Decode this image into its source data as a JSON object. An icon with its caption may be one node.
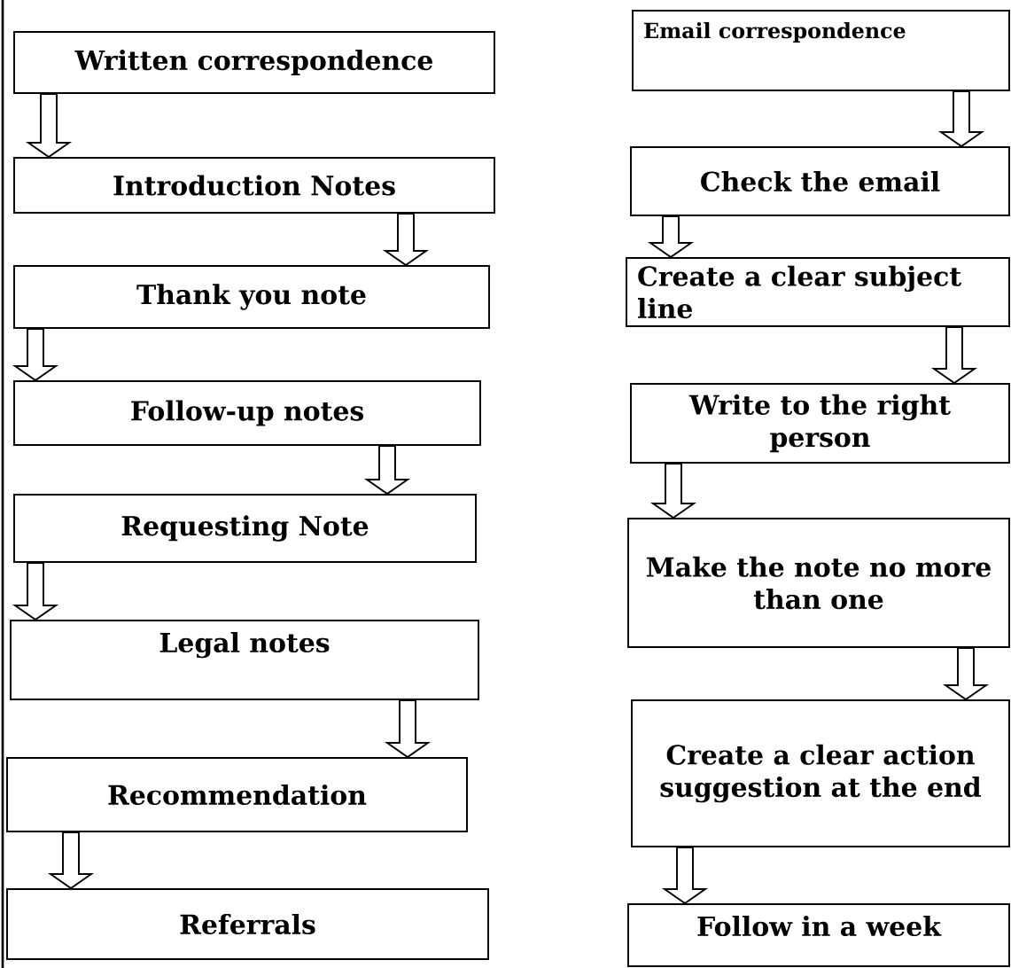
{
  "diagram": {
    "nodes": [
      {
        "text": [
          "Written correspondence"
        ]
      },
      {
        "text": [
          "Introduction Notes"
        ]
      },
      {
        "text": [
          "Thank you note"
        ]
      },
      {
        "text": [
          "Follow-up notes"
        ]
      },
      {
        "text": [
          "Requesting Note"
        ]
      },
      {
        "text": [
          "Legal notes"
        ]
      },
      {
        "text": [
          "Recommendation"
        ]
      },
      {
        "text": [
          "Referrals"
        ]
      },
      {
        "text": [
          "Email correspondence"
        ]
      },
      {
        "text": [
          "Check the email"
        ]
      },
      {
        "text": [
          "Create a clear subject line"
        ]
      },
      {
        "text": [
          "Write to the right person"
        ]
      },
      {
        "text": [
          "Make the note no more than one"
        ]
      },
      {
        "text": [
          "Create a clear action suggestion at the end"
        ]
      },
      {
        "text": [
          "Follow in a week"
        ]
      }
    ],
    "edges": [
      {
        "from": 0,
        "to": 1,
        "arrow": "to"
      },
      {
        "from": 1,
        "to": 2,
        "arrow": "to"
      },
      {
        "from": 2,
        "to": 3,
        "arrow": "to"
      },
      {
        "from": 3,
        "to": 4,
        "arrow": "to"
      },
      {
        "from": 4,
        "to": 5,
        "arrow": "to"
      },
      {
        "from": 5,
        "to": 6,
        "arrow": "to"
      },
      {
        "from": 6,
        "to": 7,
        "arrow": "to"
      },
      {
        "from": 8,
        "to": 9,
        "arrow": "to"
      },
      {
        "from": 9,
        "to": 10,
        "arrow": "to"
      },
      {
        "from": 10,
        "to": 11,
        "arrow": "to"
      },
      {
        "from": 11,
        "to": 12,
        "arrow": "to"
      },
      {
        "from": 12,
        "to": 13,
        "arrow": "to"
      },
      {
        "from": 13,
        "to": 14,
        "arrow": "to"
      }
    ]
  }
}
